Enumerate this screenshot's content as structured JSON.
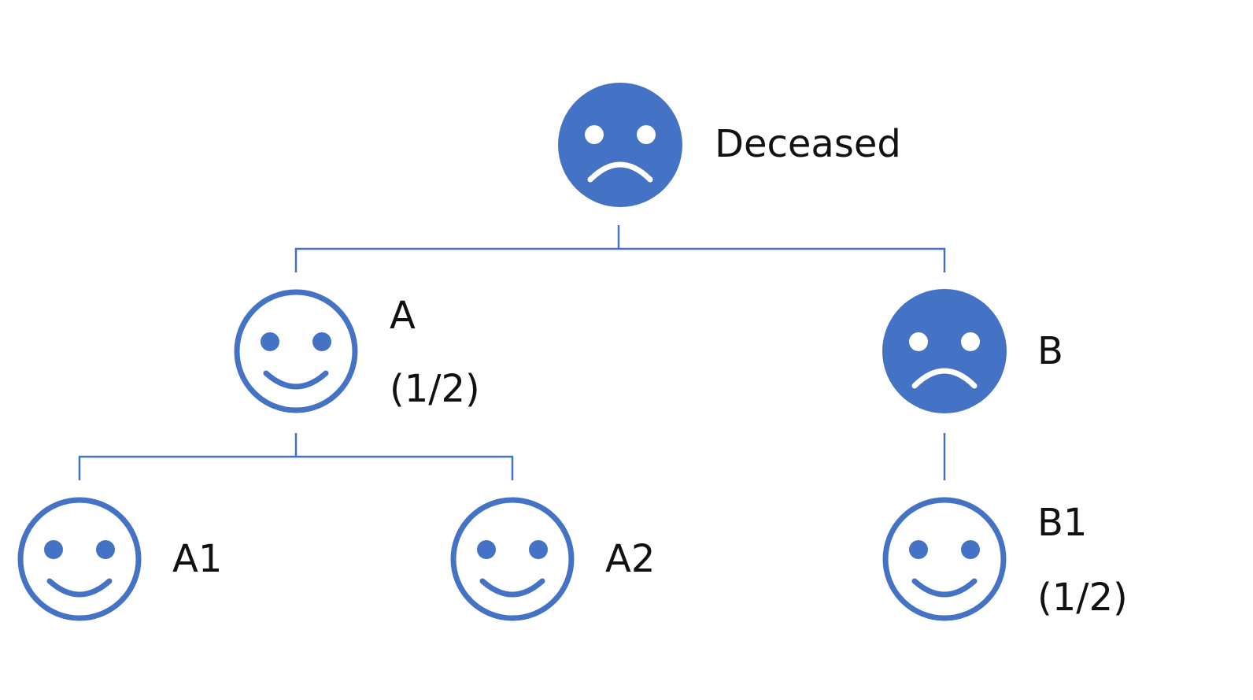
{
  "colors": {
    "face": "#4472C4",
    "line": "#4472C4",
    "text": "#111111"
  },
  "nodes": {
    "deceased": {
      "name": "Deceased",
      "share": "",
      "status": "deceased",
      "icon": "sad-face-icon"
    },
    "a": {
      "name": "A",
      "share": "(1/2)",
      "status": "living",
      "icon": "smiley-face-icon"
    },
    "b": {
      "name": "B",
      "share": "",
      "status": "deceased",
      "icon": "sad-face-icon"
    },
    "a1": {
      "name": "A1",
      "share": "",
      "status": "living",
      "icon": "smiley-face-icon"
    },
    "a2": {
      "name": "A2",
      "share": "",
      "status": "living",
      "icon": "smiley-face-icon"
    },
    "b1": {
      "name": "B1",
      "share": "(1/2)",
      "status": "living",
      "icon": "smiley-face-icon"
    }
  }
}
